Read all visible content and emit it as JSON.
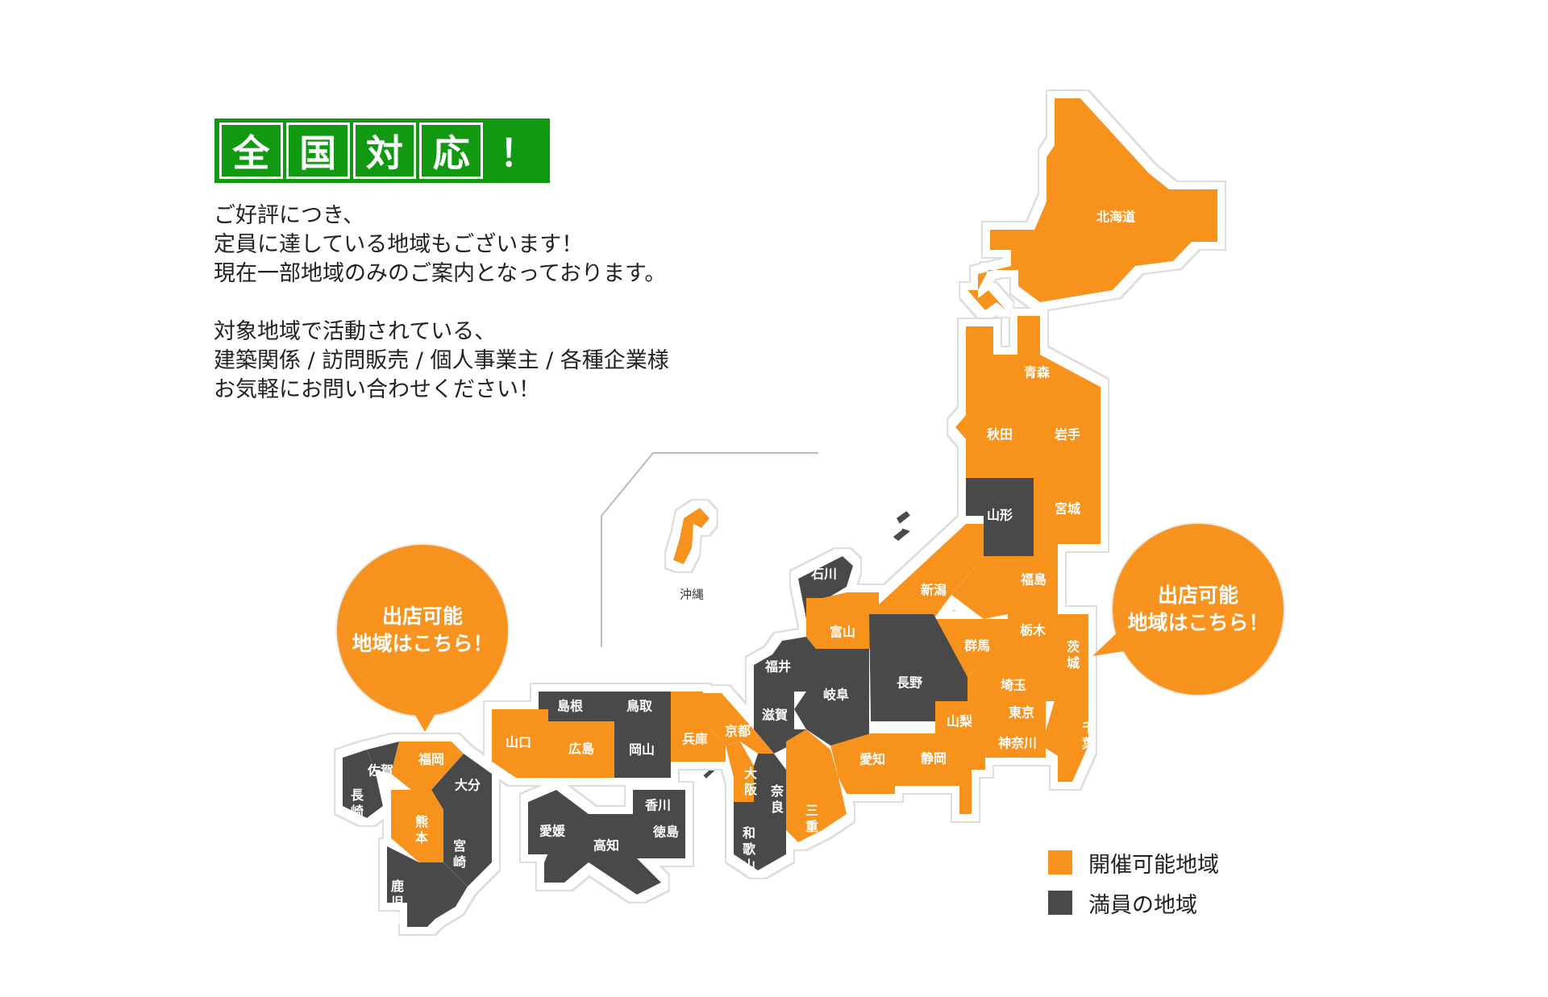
{
  "colors": {
    "available": "#f7931e",
    "full": "#4a4a4a",
    "title_bg": "#119a11"
  },
  "title_chars": [
    "全",
    "国",
    "対",
    "応",
    "！"
  ],
  "intro": [
    "ご好評につき、",
    "定員に達している地域もございます！",
    "現在一部地域のみのご案内となっております。",
    "",
    "対象地域で活動されている、",
    "建築関係 / 訪問販売 / 個人事業主 / 各種企業様",
    "お気軽にお問い合わせください！"
  ],
  "bubble": {
    "line1": "出店可能",
    "line2": "地域はこちら！"
  },
  "legend": {
    "available": "開催可能地域",
    "full": "満員の地域"
  },
  "prefectures": [
    {
      "name": "北海道",
      "status": "available"
    },
    {
      "name": "青森",
      "status": "available"
    },
    {
      "name": "秋田",
      "status": "available"
    },
    {
      "name": "岩手",
      "status": "available"
    },
    {
      "name": "山形",
      "status": "full"
    },
    {
      "name": "宮城",
      "status": "available"
    },
    {
      "name": "新潟",
      "status": "available"
    },
    {
      "name": "福島",
      "status": "available"
    },
    {
      "name": "石川",
      "status": "full"
    },
    {
      "name": "富山",
      "status": "available"
    },
    {
      "name": "群馬",
      "status": "available"
    },
    {
      "name": "栃木",
      "status": "available"
    },
    {
      "name": "茨城",
      "status": "available"
    },
    {
      "name": "福井",
      "status": "full"
    },
    {
      "name": "岐阜",
      "status": "full"
    },
    {
      "name": "長野",
      "status": "full"
    },
    {
      "name": "埼玉",
      "status": "available"
    },
    {
      "name": "千葉",
      "status": "available"
    },
    {
      "name": "東京",
      "status": "available"
    },
    {
      "name": "山梨",
      "status": "available"
    },
    {
      "name": "神奈川",
      "status": "available"
    },
    {
      "name": "滋賀",
      "status": "full"
    },
    {
      "name": "愛知",
      "status": "available"
    },
    {
      "name": "静岡",
      "status": "available"
    },
    {
      "name": "京都",
      "status": "available"
    },
    {
      "name": "兵庫",
      "status": "available"
    },
    {
      "name": "大阪",
      "status": "available"
    },
    {
      "name": "奈良",
      "status": "full"
    },
    {
      "name": "三重",
      "status": "available"
    },
    {
      "name": "和歌山",
      "status": "full"
    },
    {
      "name": "島根",
      "status": "full"
    },
    {
      "name": "鳥取",
      "status": "full"
    },
    {
      "name": "山口",
      "status": "available"
    },
    {
      "name": "広島",
      "status": "available"
    },
    {
      "name": "岡山",
      "status": "full"
    },
    {
      "name": "香川",
      "status": "full"
    },
    {
      "name": "愛媛",
      "status": "full"
    },
    {
      "name": "徳島",
      "status": "full"
    },
    {
      "name": "高知",
      "status": "full"
    },
    {
      "name": "福岡",
      "status": "available"
    },
    {
      "name": "佐賀",
      "status": "full"
    },
    {
      "name": "長崎",
      "status": "full"
    },
    {
      "name": "大分",
      "status": "full"
    },
    {
      "name": "熊本",
      "status": "available"
    },
    {
      "name": "宮崎",
      "status": "full"
    },
    {
      "name": "鹿児島",
      "status": "full"
    },
    {
      "name": "沖縄",
      "status": "available"
    }
  ]
}
